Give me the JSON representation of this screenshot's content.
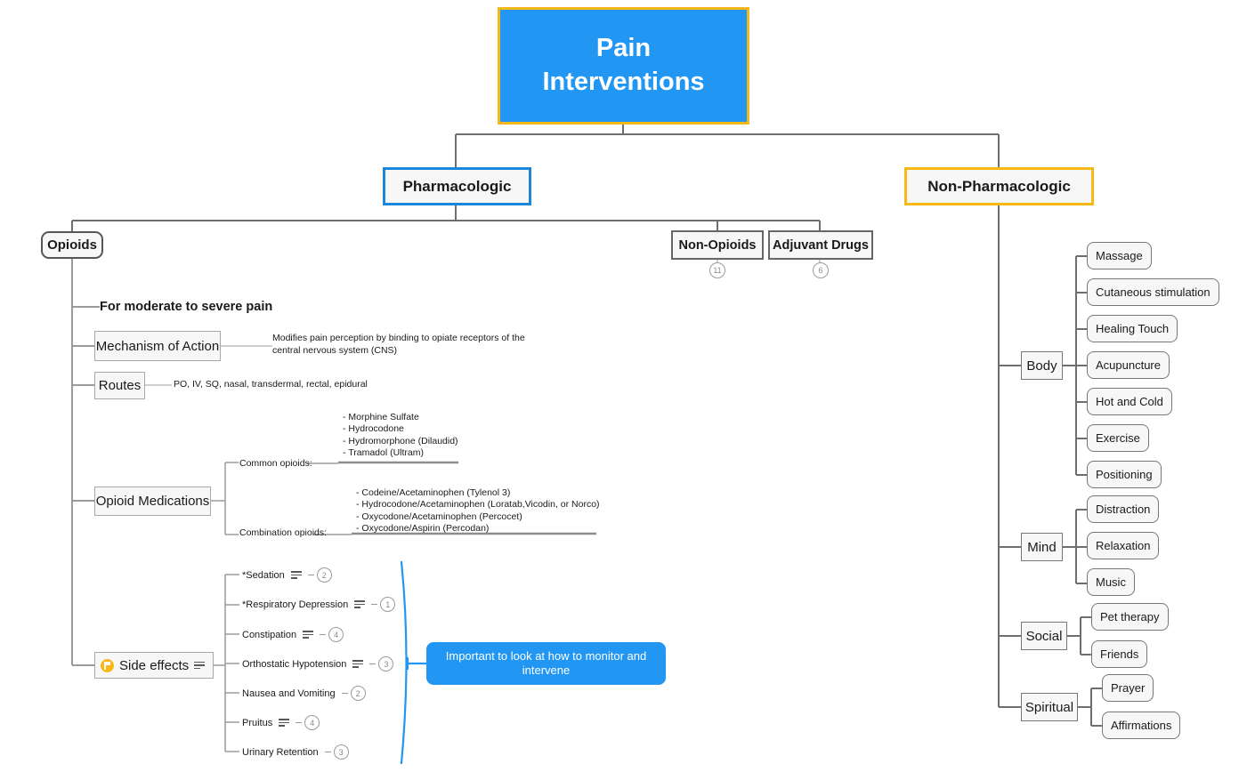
{
  "root": {
    "line1": "Pain",
    "line2": "Interventions",
    "color": "#2196f3",
    "border_color": "#f5b816"
  },
  "branches": {
    "pharmacologic": {
      "label": "Pharmacologic",
      "border_color": "#1c86d8"
    },
    "non_pharmacologic": {
      "label": "Non-Pharmacologic",
      "border_color": "#f5b816"
    }
  },
  "pharmacologic": {
    "opioids": {
      "label": "Opioids"
    },
    "non_opioids": {
      "label": "Non-Opioids",
      "badge": "11"
    },
    "adjuvant_drugs": {
      "label": "Adjuvant Drugs",
      "badge": "6"
    },
    "moderate_severe": "For moderate to severe pain",
    "mechanism": {
      "label": "Mechanism of Action",
      "description": "Modifies pain perception by binding to opiate receptors of the central nervous system (CNS)"
    },
    "routes": {
      "label": "Routes",
      "description": "PO, IV, SQ, nasal, transdermal, rectal, epidural"
    },
    "opioid_medications": {
      "label": "Opioid Medications",
      "common_label": "Common opioids:",
      "common": [
        "- Morphine Sulfate",
        "- Hydrocodone",
        "- Hydromorphone (Dilaudid)",
        "- Tramadol (Ultram)"
      ],
      "combination_label": "Combination opioids:",
      "combination": [
        "- Codeine/Acetaminophen (Tylenol 3)",
        "- Hydrocodone/Acetaminophen (Loratab,Vicodin, or Norco)",
        "- Oxycodone/Acetaminophen (Percocet)",
        "- Oxycodone/Aspirin (Percodan)"
      ]
    },
    "side_effects": {
      "label": "Side effects",
      "flag_icon": "flag-icon",
      "note_icon": "note-icon",
      "items": [
        {
          "label": "*Sedation",
          "note": true,
          "badge": "2"
        },
        {
          "label": "*Respiratory Depression",
          "note": true,
          "badge": "1"
        },
        {
          "label": "Constipation",
          "note": true,
          "badge": "4"
        },
        {
          "label": "Orthostatic Hypotension",
          "note": true,
          "badge": "3"
        },
        {
          "label": "Nausea and Vomiting",
          "note": false,
          "badge": "2"
        },
        {
          "label": "Pruitus",
          "note": true,
          "badge": "4"
        },
        {
          "label": "Urinary Retention",
          "note": false,
          "badge": "3"
        }
      ],
      "callout": "Important to look at how to monitor and intervene",
      "callout_color": "#2196f3",
      "brace_color": "#2196f3"
    }
  },
  "non_pharmacologic": {
    "categories": [
      {
        "label": "Body",
        "items": [
          "Massage",
          "Cutaneous stimulation",
          "Healing Touch",
          "Acupuncture",
          "Hot and Cold",
          "Exercise",
          "Positioning"
        ]
      },
      {
        "label": "Mind",
        "items": [
          "Distraction",
          "Relaxation",
          "Music"
        ]
      },
      {
        "label": "Social",
        "items": [
          "Pet therapy",
          "Friends"
        ]
      },
      {
        "label": "Spiritual",
        "items": [
          "Prayer",
          "Affirmations"
        ]
      }
    ]
  }
}
